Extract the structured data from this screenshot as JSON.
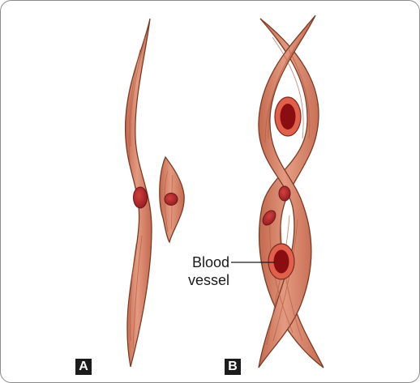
{
  "panels": {
    "a": {
      "label": "A"
    },
    "b": {
      "label": "B"
    }
  },
  "callout": {
    "line1": "Blood",
    "line2": "vessel"
  },
  "colors": {
    "cell_fill": "#d9866c",
    "cell_outline": "#7a3b24",
    "nucleus": "#b42a2e",
    "vessel_ring": "#e0604c",
    "vessel_lumen": "#8a0d12",
    "border": "#8a8a8a",
    "label_bg": "#1c1c1c"
  },
  "icons": [
    "smooth-muscle-cell",
    "nucleus",
    "blood-vessel"
  ]
}
